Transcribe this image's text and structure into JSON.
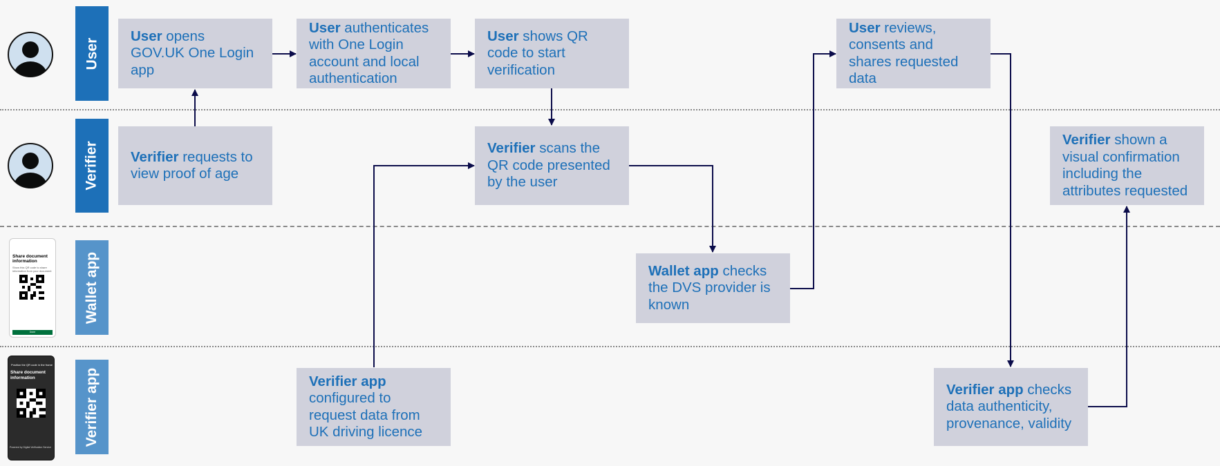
{
  "lanes": [
    {
      "label": "User",
      "color": "#1d70b8"
    },
    {
      "label": "Verifier",
      "color": "#1d70b8"
    },
    {
      "label": "Wallet app",
      "color": "#5694ca"
    },
    {
      "label": "Verifier app",
      "color": "#5694ca"
    }
  ],
  "steps": {
    "user_opens": {
      "actor": "User",
      "text": " opens GOV.UK One Login app"
    },
    "user_authenticates": {
      "actor": "User",
      "text": " authenticates with One Login account and local authentication"
    },
    "user_shows_qr": {
      "actor": "User",
      "text": " shows QR code to start verification"
    },
    "user_reviews": {
      "actor": "User",
      "text": " reviews, consents and shares requested data"
    },
    "verifier_requests": {
      "actor": "Verifier",
      "text": " requests to view proof of age"
    },
    "verifier_scans": {
      "actor": "Verifier",
      "text": " scans the QR code presented by the user"
    },
    "verifier_shown": {
      "actor": "Verifier",
      "text": " shown a visual confirmation including the attributes requested"
    },
    "wallet_checks": {
      "actor": "Wallet app",
      "text": " checks the DVS provider is known"
    },
    "verifier_app_configured": {
      "actor": "Verifier app",
      "text": " configured to request data from UK driving licence"
    },
    "verifier_app_checks": {
      "actor": "Verifier app",
      "text": " checks data authenticity, provenance, validity"
    }
  },
  "phones": {
    "wallet": {
      "title": "Share document information",
      "subtitle": "Show this QR code to share information from your document",
      "button": "Done"
    },
    "verifier": {
      "header": "Position the QR code in the frame",
      "title": "Share document information",
      "footer": "Powered by Digital Verification Service"
    }
  },
  "colors": {
    "box": "#d0d1dc",
    "text": "#1d70b8",
    "arrow": "#0b0c4a"
  },
  "icons": [
    "user-avatar-icon",
    "verifier-avatar-icon",
    "qr-code-icon"
  ]
}
